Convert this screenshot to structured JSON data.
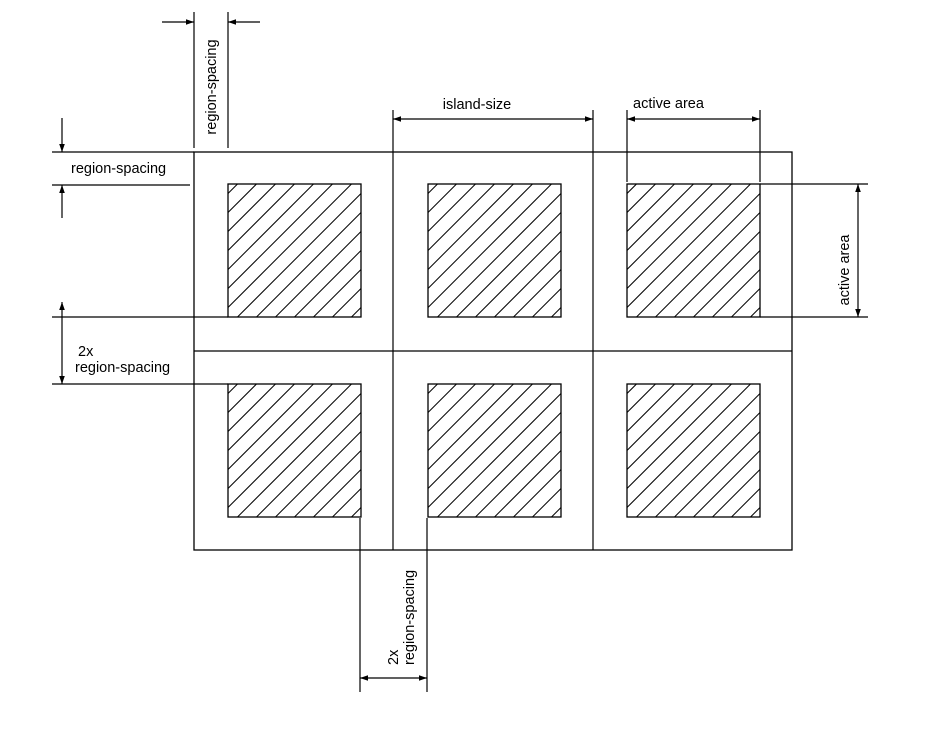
{
  "labels": {
    "region_spacing_top": "region-spacing",
    "island_size": "island-size",
    "active_area_top": "active area",
    "region_spacing_left": "region-spacing",
    "double_spacing_left_line1": "2x",
    "double_spacing_left_line2": "region-spacing",
    "active_area_right": "active area",
    "double_spacing_bottom_line1": "2x",
    "double_spacing_bottom_line2": "region-spacing"
  },
  "grid": {
    "rows": 2,
    "columns": 3,
    "fill_pattern": "diagonal-hatch"
  }
}
